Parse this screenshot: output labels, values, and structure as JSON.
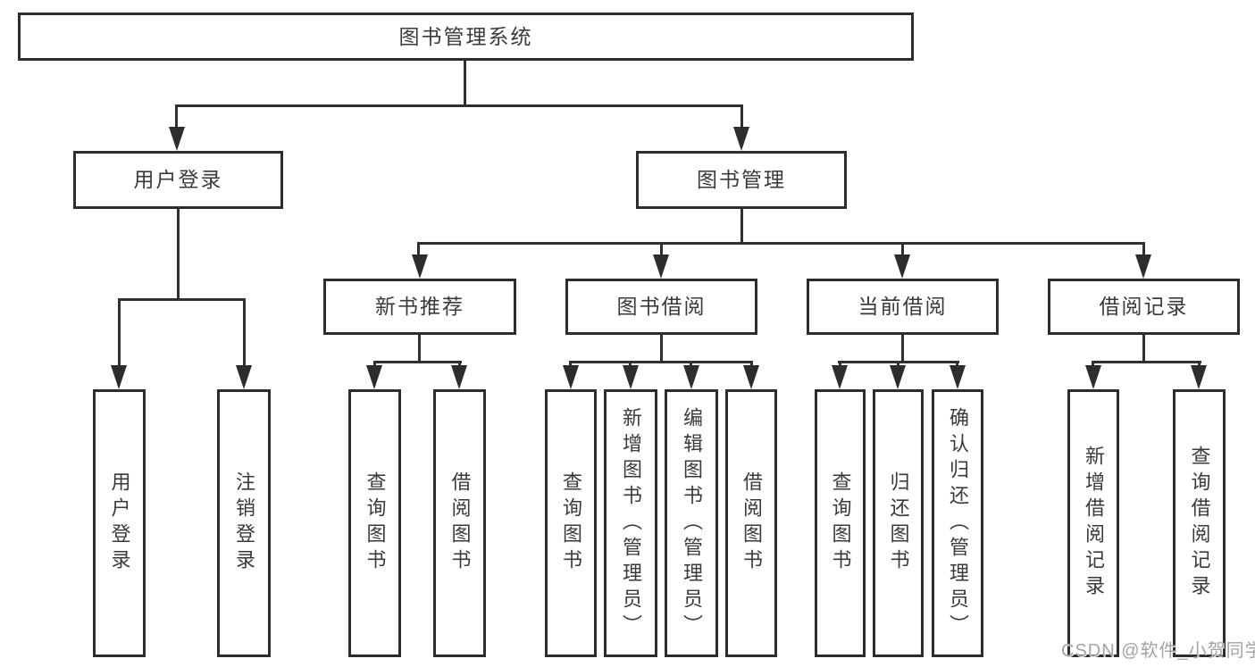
{
  "diagram_type": "hierarchy-tree",
  "tree": {
    "label": "图书管理系统",
    "children": [
      {
        "label": "用户登录",
        "children": [
          {
            "label": "用户登录"
          },
          {
            "label": "注销登录"
          }
        ]
      },
      {
        "label": "图书管理",
        "children": [
          {
            "label": "新书推荐",
            "children": [
              {
                "label": "查询图书"
              },
              {
                "label": "借阅图书"
              }
            ]
          },
          {
            "label": "图书借阅",
            "children": [
              {
                "label": "查询图书"
              },
              {
                "label": "新增图书（管理员）"
              },
              {
                "label": "编辑图书（管理员）"
              },
              {
                "label": "借阅图书"
              }
            ]
          },
          {
            "label": "当前借阅",
            "children": [
              {
                "label": "查询图书"
              },
              {
                "label": "归还图书"
              },
              {
                "label": "确认归还（管理员）"
              }
            ]
          },
          {
            "label": "借阅记录",
            "children": [
              {
                "label": "新增借阅记录"
              },
              {
                "label": "查询借阅记录"
              }
            ]
          }
        ]
      }
    ]
  },
  "watermark": "CSDN @软件_小贺同学",
  "colors": {
    "line": "#2d2d2d",
    "text": "#3a3a3a",
    "watermark": "#a3a3a3",
    "background": "#ffffff"
  }
}
